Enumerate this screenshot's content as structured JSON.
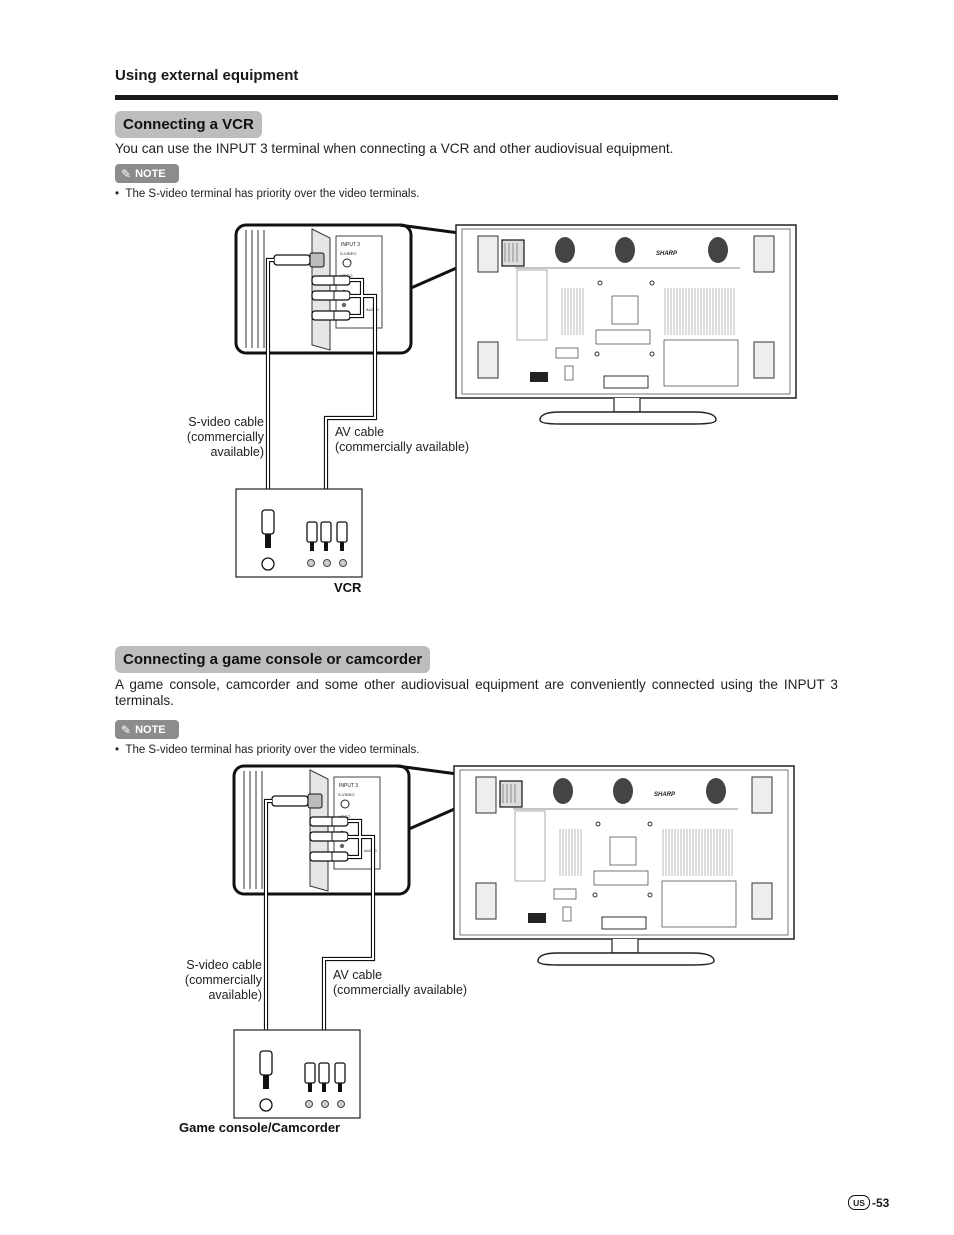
{
  "header": {
    "section_title": "Using external equipment"
  },
  "vcr": {
    "title": "Connecting a VCR",
    "intro": "You can use the INPUT 3 terminal when connecting a VCR and other audiovisual equipment.",
    "note_label": "NOTE",
    "note_text": "The S-video terminal has priority over the video terminals.",
    "svideo_cable": [
      "S-video cable",
      "(commercially",
      "available)"
    ],
    "av_cable": [
      "AV cable",
      "(commercially available)"
    ],
    "device_label": "VCR",
    "panel_labels": [
      "INPUT 3",
      "S-VIDEO",
      "VIDEO",
      "AUDIO"
    ],
    "brand": "SHARP"
  },
  "game": {
    "title": "Connecting a game console or camcorder",
    "intro": "A game console, camcorder and some other audiovisual equipment are conveniently connected using the INPUT 3 terminals.",
    "note_label": "NOTE",
    "note_text": "The S-video terminal has priority over the video terminals.",
    "svideo_cable": [
      "S-video cable",
      "(commercially",
      "available)"
    ],
    "av_cable": [
      "AV cable",
      "(commercially available)"
    ],
    "device_label": "Game console/Camcorder",
    "panel_labels": [
      "INPUT 3",
      "S-VIDEO",
      "VIDEO",
      "AUDIO"
    ],
    "brand": "SHARP"
  },
  "footer": {
    "region": "US",
    "page": "-53"
  }
}
